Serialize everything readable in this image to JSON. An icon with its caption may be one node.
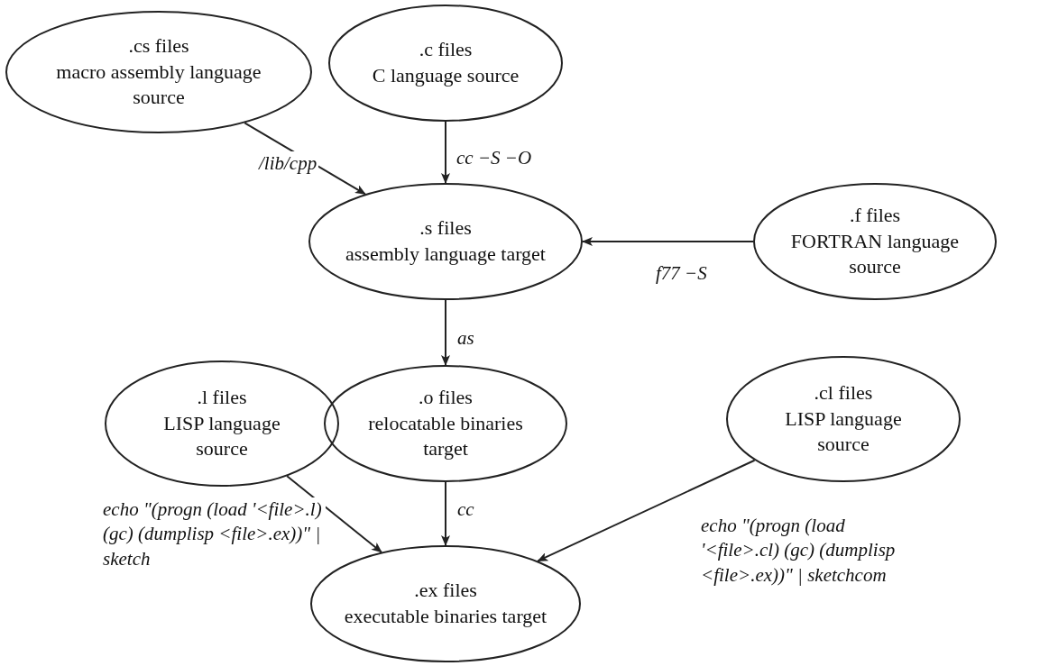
{
  "diagram": {
    "nodes": [
      {
        "text": [
          ".cs files",
          "macro assembly language source"
        ]
      },
      {
        "text": [
          ".c files",
          "C language source"
        ]
      },
      {
        "text": [
          ".s files",
          "assembly language target"
        ]
      },
      {
        "text": [
          ".f files",
          "FORTRAN language source"
        ]
      },
      {
        "text": [
          ".l files",
          "LISP language source"
        ]
      },
      {
        "text": [
          ".o files",
          "relocatable binaries target"
        ]
      },
      {
        "text": [
          ".cl files",
          "LISP language source"
        ]
      },
      {
        "text": [
          ".ex files",
          "executable binaries target"
        ]
      }
    ],
    "edges": [
      {
        "from": 0,
        "to": 2,
        "arrow": "to",
        "label": "/lib/cpp"
      },
      {
        "from": 1,
        "to": 2,
        "arrow": "to",
        "label": "cc −S −O"
      },
      {
        "from": 3,
        "to": 2,
        "arrow": "to",
        "label": "f77 −S"
      },
      {
        "from": 2,
        "to": 5,
        "arrow": "to",
        "label": "as"
      },
      {
        "from": 4,
        "to": 7,
        "arrow": "to",
        "label": "echo \"(progn (load '<file>.l) (gc) (dumplisp <file>.ex))\" | sketch"
      },
      {
        "from": 5,
        "to": 7,
        "arrow": "to",
        "label": "cc"
      },
      {
        "from": 6,
        "to": 7,
        "arrow": "to",
        "label": "echo \"(progn (load '<file>.cl) (gc) (dumplisp <file>.ex))\" | sketchcom"
      }
    ]
  }
}
